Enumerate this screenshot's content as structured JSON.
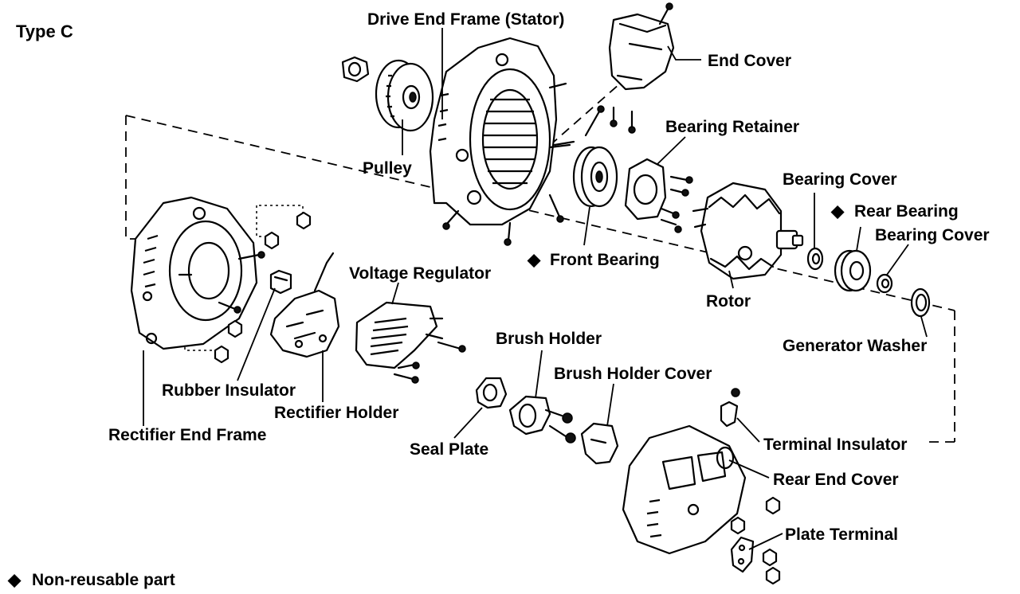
{
  "title": "Type C",
  "legend": {
    "symbol": "◆",
    "text": "Non-reusable part"
  },
  "labels": {
    "drive_end_frame": "Drive End Frame (Stator)",
    "end_cover": "End Cover",
    "pulley": "Pulley",
    "bearing_retainer": "Bearing Retainer",
    "bearing_cover_1": "Bearing Cover",
    "rear_bearing": "Rear Bearing",
    "bearing_cover_2": "Bearing Cover",
    "front_bearing": "Front Bearing",
    "voltage_regulator": "Voltage Regulator",
    "rotor": "Rotor",
    "generator_washer": "Generator Washer",
    "brush_holder": "Brush Holder",
    "brush_holder_cover": "Brush Holder Cover",
    "rubber_insulator": "Rubber Insulator",
    "rectifier_holder": "Rectifier Holder",
    "rectifier_end_frame": "Rectifier End Frame",
    "seal_plate": "Seal Plate",
    "terminal_insulator": "Terminal Insulator",
    "rear_end_cover": "Rear End Cover",
    "plate_terminal": "Plate Terminal"
  },
  "markers": {
    "diamond": "◆"
  }
}
